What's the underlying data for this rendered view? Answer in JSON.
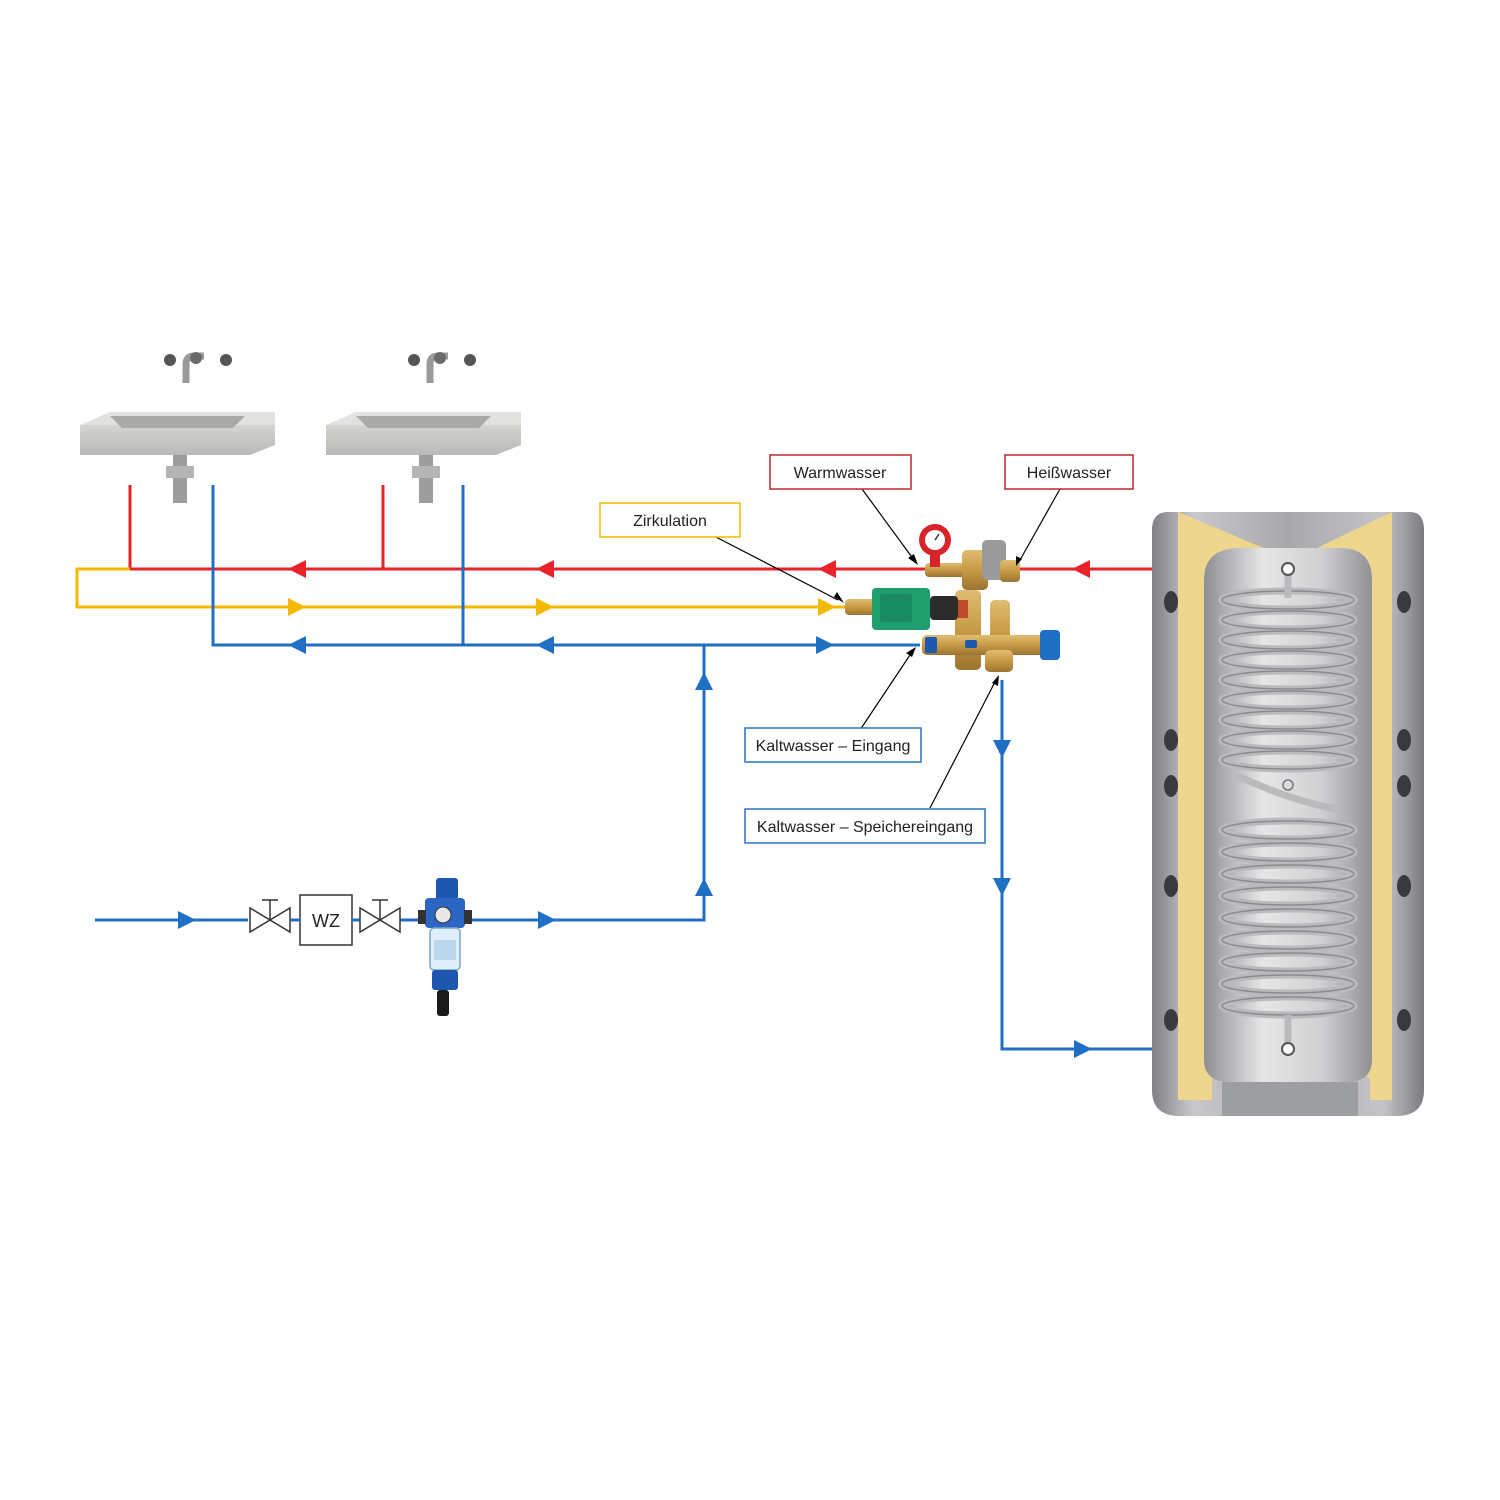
{
  "labels": {
    "warmwasser": "Warmwasser",
    "heisswasser": "Heißwasser",
    "zirkulation": "Zirkulation",
    "kaltwasser_eingang": "Kaltwasser – Eingang",
    "kaltwasser_speichereingang": "Kaltwasser – Speichereingang",
    "water_meter": "WZ"
  },
  "colors": {
    "hot": "#e8232a",
    "circulation": "#f5b800",
    "cold": "#1f6fc5",
    "label_red_border": "#c0262d",
    "label_yellow_border": "#f5b800",
    "label_blue_border": "#2a74c4",
    "insulation": "#efd68f",
    "tank_shell": "#a9a9ab",
    "brass": "#c79a45",
    "pump": "#1f9e6e"
  }
}
